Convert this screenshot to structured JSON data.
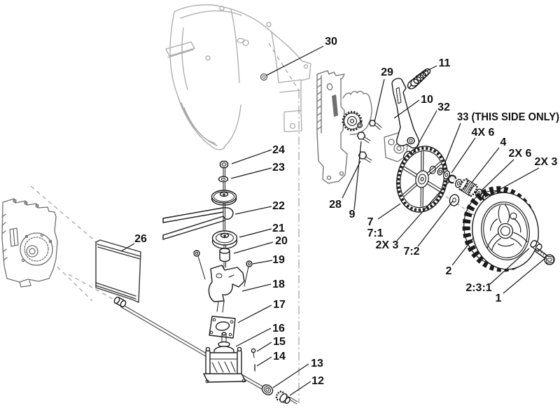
{
  "colors": {
    "background": "#ffffff",
    "part_line": "#1c1c1c",
    "housing_line": "#a9a9a9",
    "plate_line": "#6f6f6f",
    "guide_line": "#9f9f9f",
    "axle_line": "#555555",
    "label_color": "#111111"
  },
  "callouts": {
    "n30": "30",
    "n29": "29",
    "n11": "11",
    "n10": "10",
    "n32": "32",
    "n33": "33 (THIS SIDE ONLY)",
    "n4x6": "4X 6",
    "n4": "4",
    "n2x6": "2X 6",
    "n2x3_top": "2X 3",
    "n28": "28",
    "n9": "9",
    "n7": "7",
    "n7_1": "7:1",
    "n2x3_mid": "2X 3",
    "n7_2": "7:2",
    "n2": "2",
    "n2_3_1": "2:3:1",
    "n1": "1",
    "n24": "24",
    "n23": "23",
    "n22": "22",
    "n21": "21",
    "n20": "20",
    "n19": "19",
    "n18": "18",
    "n17": "17",
    "n16": "16",
    "n15": "15",
    "n14": "14",
    "n13": "13",
    "n12": "12",
    "n26": "26"
  }
}
